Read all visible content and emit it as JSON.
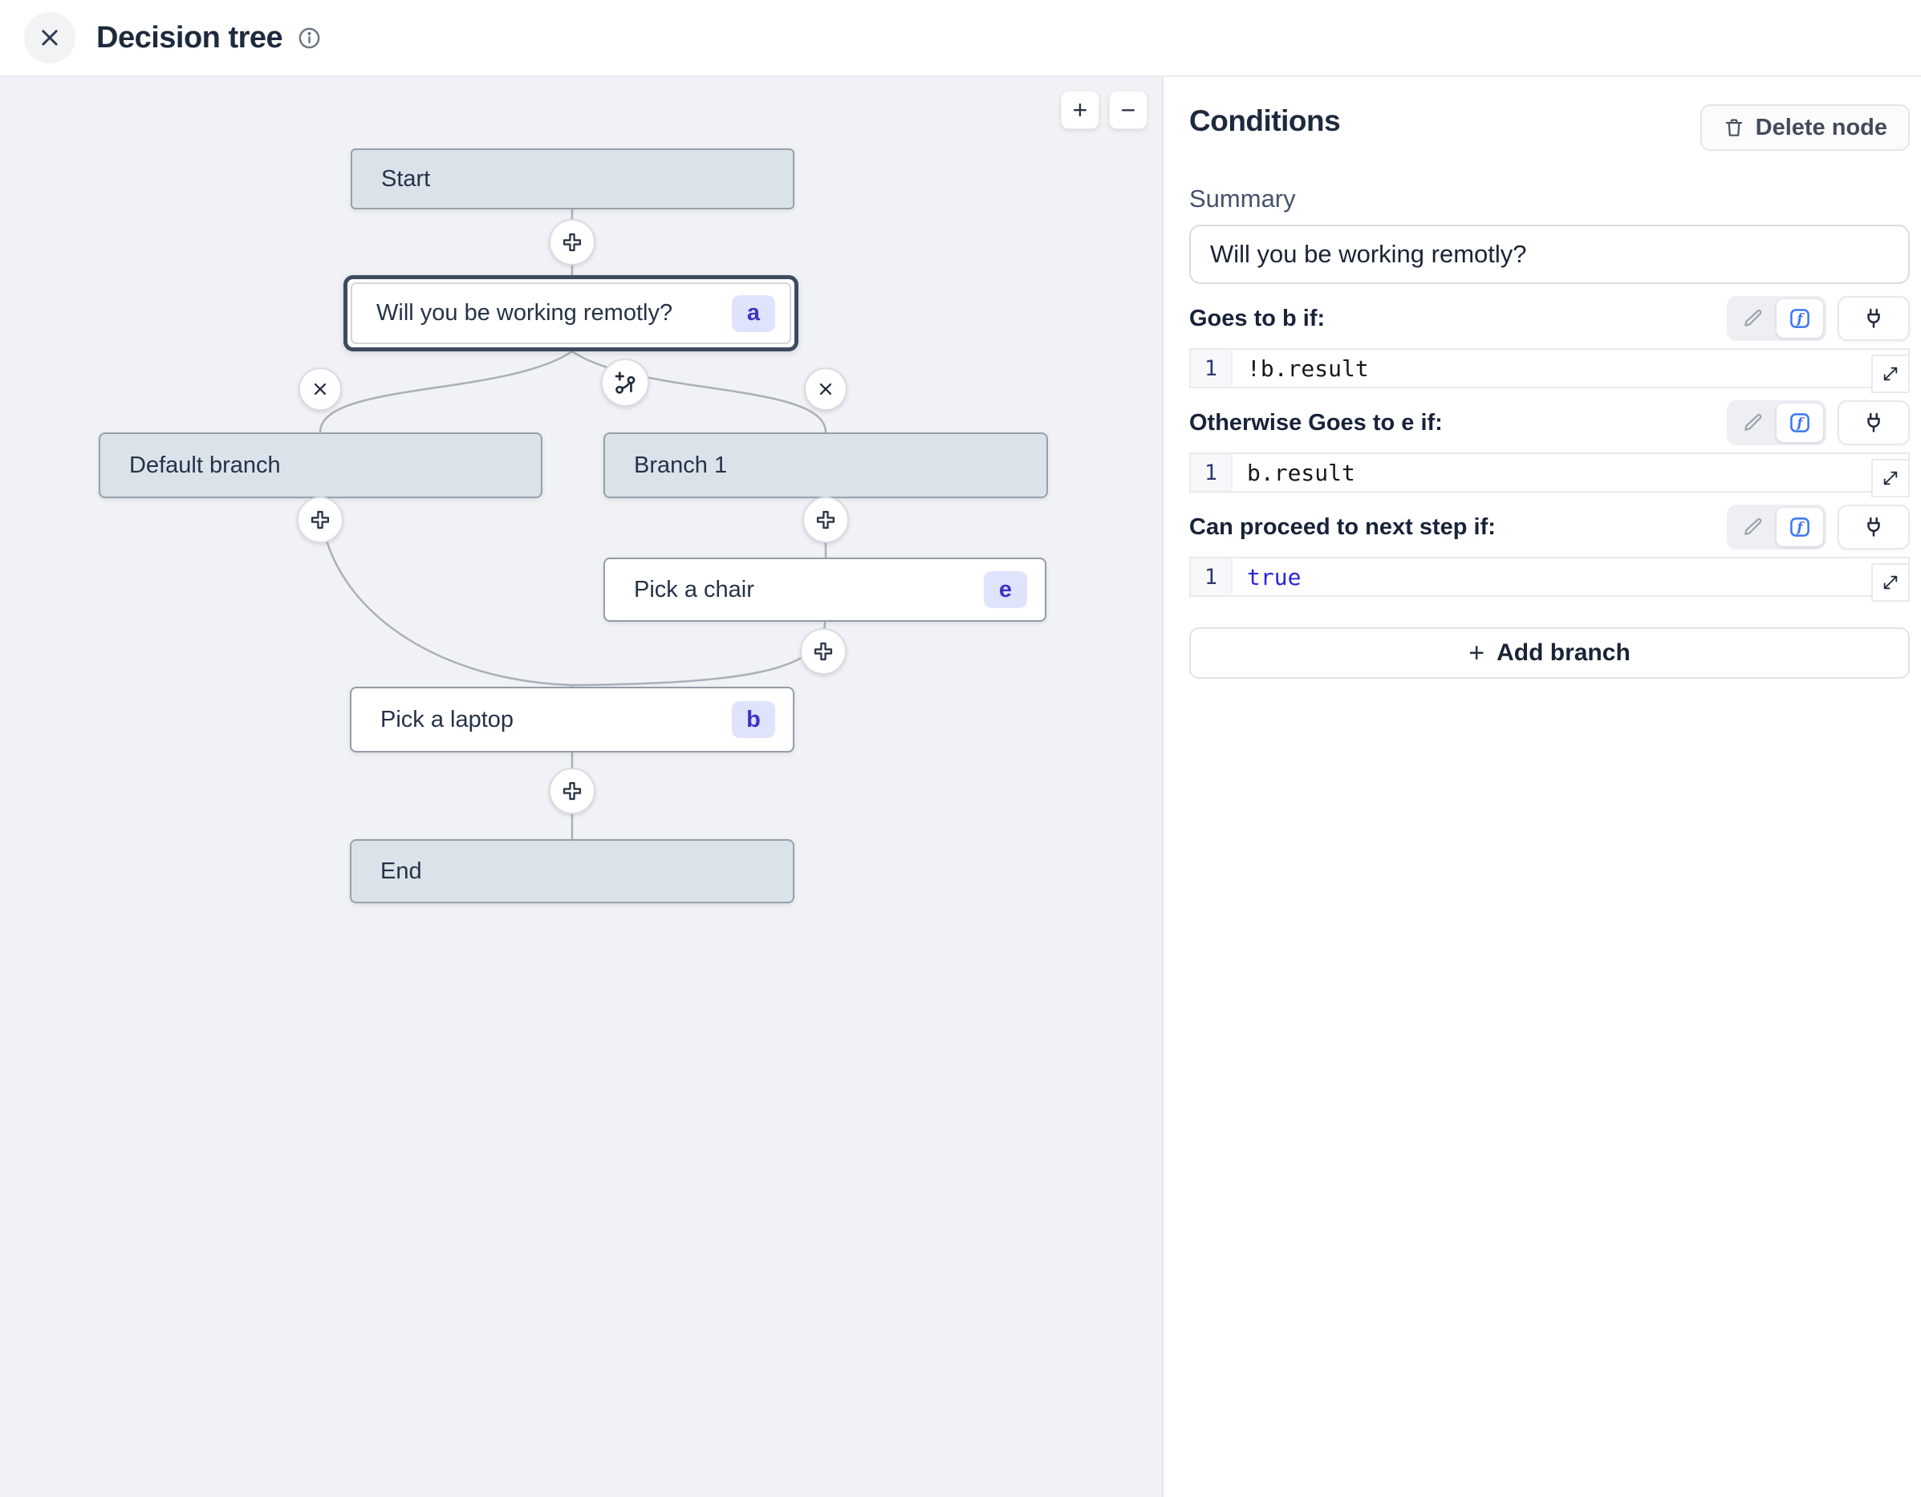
{
  "header": {
    "title": "Decision tree"
  },
  "canvas": {
    "zoom_in_label": "+",
    "zoom_out_label": "−",
    "nodes": [
      {
        "id": "start",
        "label": "Start"
      },
      {
        "id": "question",
        "label": "Will you be working remotly?",
        "badge": "a"
      },
      {
        "id": "default-branch",
        "label": "Default branch"
      },
      {
        "id": "branch-1",
        "label": "Branch 1"
      },
      {
        "id": "pick-chair",
        "label": "Pick a chair",
        "badge": "e"
      },
      {
        "id": "pick-laptop",
        "label": "Pick a laptop",
        "badge": "b"
      },
      {
        "id": "end",
        "label": "End"
      }
    ]
  },
  "panel": {
    "title": "Conditions",
    "delete_button": "Delete node",
    "summary_label": "Summary",
    "summary_value": "Will you be working remotly?",
    "conditions": [
      {
        "label": "Goes to b if:",
        "line_number": "1",
        "code": "!b.result"
      },
      {
        "label": "Otherwise Goes to e if:",
        "line_number": "1",
        "code": "b.result"
      },
      {
        "label": "Can proceed to next step if:",
        "line_number": "1",
        "code": "true"
      }
    ],
    "add_branch_plus": "+",
    "add_branch_label": "Add branch"
  },
  "colors": {
    "canvas_bg": "#f0f2f5",
    "node_fill_gray": "#dbe3ea",
    "node_border": "#97a1ac",
    "selected_border": "#3d4a5f",
    "badge_bg": "#dfe3fb",
    "badge_text": "#3a34c4",
    "edge": "#a9b0b9",
    "accent_blue": "#3b77f2",
    "keyword_blue": "#2a24d7",
    "title_text": "#1d2a3e"
  },
  "icons": {
    "close": "x-icon",
    "info": "info-icon",
    "add_node": "plus-icon",
    "remove_branch": "x-icon",
    "add_branch_split": "branch-plus-icon",
    "delete": "trash-icon",
    "edit": "pencil-icon",
    "function": "fx-icon",
    "connect": "plug-icon",
    "expand": "expand-icon"
  }
}
